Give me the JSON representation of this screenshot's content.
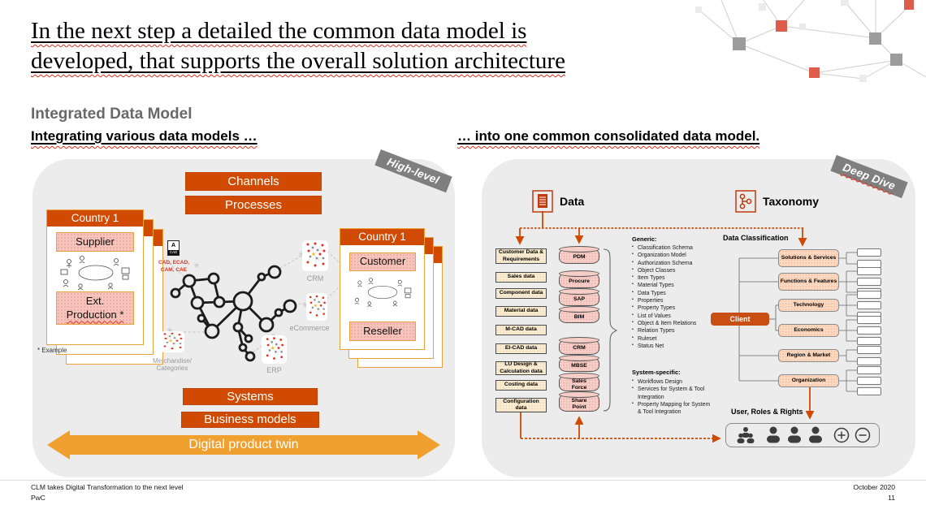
{
  "slide": {
    "title_line1": "In the next step a detailed the common data model is",
    "title_line2": "developed, that supports the overall solution architecture",
    "section_heading": "Integrated Data Model",
    "left_caption": "Integrating various data models …",
    "right_caption": "… into one common consolidated data model."
  },
  "left_panel": {
    "badge": "High-level",
    "channels": "Channels",
    "processes": "Processes",
    "systems": "Systems",
    "business_models": "Business models",
    "digital_twin": "Digital product twin",
    "country_left": {
      "title": "Country 1",
      "top_box": "Supplier",
      "bottom_box_line1": "Ext.",
      "bottom_box_line2": "Production *"
    },
    "country_right": {
      "title": "Country 1",
      "top_box": "Customer",
      "bottom_box": "Reseller"
    },
    "footnote": "* Example",
    "cad_icon_letter": "A",
    "cad_icon_label": "CAD",
    "cad_text_line1": "CAD, ECAD,",
    "cad_text_line2": "CAM, CAE",
    "labels": {
      "crm": "CRM",
      "ecommerce": "eCommerce",
      "erp": "ERP",
      "merch_line1": "Merchandise/",
      "merch_line2": "Categories"
    }
  },
  "right_panel": {
    "badge": "Deep Dive",
    "data_label": "Data",
    "taxonomy_label": "Taxonomy",
    "data_sources": [
      "Customer Data & Requirements",
      "Sales data",
      "Component data",
      "Material data",
      "M-CAD data",
      "EI-CAD data",
      "LU Design & Calculation data",
      "Costing data",
      "Configuration data"
    ],
    "systems": [
      "PDM",
      "Procure",
      "SAP",
      "BIM",
      "CRM",
      "MBSE",
      "Sales Force",
      "Share Point"
    ],
    "generic_title": "Generic:",
    "generic_items": [
      "Classification Schema",
      "Organization Model",
      "Authorization Schema",
      "Object Classes",
      "Item Types",
      "Material Types",
      "Data Types",
      "Properties",
      "Property Types",
      "List of Values",
      "Object & Item Relations",
      "Relation Types",
      "Ruleset",
      "Status Net"
    ],
    "system_specific_title": "System-specific:",
    "system_specific_items": [
      "Workflows Design",
      "Services for System & Tool Integration",
      "Property Mapping for System & Tool Integration"
    ],
    "classification_title": "Data Classification",
    "client": "Client",
    "categories": [
      "Solutions & Services",
      "Functions & Features",
      "Technology",
      "Economics",
      "Region & Market",
      "Organization"
    ],
    "user_roles_title": "User, Roles & Rights"
  },
  "footer": {
    "line1": "CLM takes Digital Transformation to the next level",
    "line2": "PwC",
    "date": "October 2020",
    "page": "11"
  },
  "colors": {
    "accent": "#D04A02",
    "twin_arrow": "#EFA02F",
    "badge_gray": "#7F7F7F",
    "spellcheck": "#E0301E",
    "panel_bg": "#ECECEC"
  }
}
